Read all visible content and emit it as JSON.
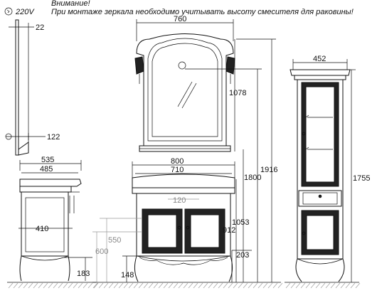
{
  "notes": {
    "attention": "Внимание!",
    "mirror_warning": "При монтаже зеркала необходимо учитывать высоту смесителя для раковины!",
    "voltage": "220V"
  },
  "dimensions": {
    "mirror_side_depth": "22",
    "mirror_side_mount": "122",
    "mirror_width": "760",
    "mirror_height": "1078",
    "vanity_side_depth_outer": "535",
    "vanity_side_depth_inner": "485",
    "vanity_side_inner": "410",
    "vanity_side_leg": "183",
    "vanity_width_top": "800",
    "vanity_width_inner": "710",
    "drawer_width": "120",
    "pipe_height_1": "550",
    "pipe_height_2": "600",
    "vanity_leg_height": "148",
    "vanity_body_height": "912",
    "vanity_total_height": "1053",
    "vanity_leg_gap": "203",
    "mirror_top_height": "1800",
    "overall_height": "1916",
    "cabinet_width": "452",
    "cabinet_height": "1755"
  }
}
